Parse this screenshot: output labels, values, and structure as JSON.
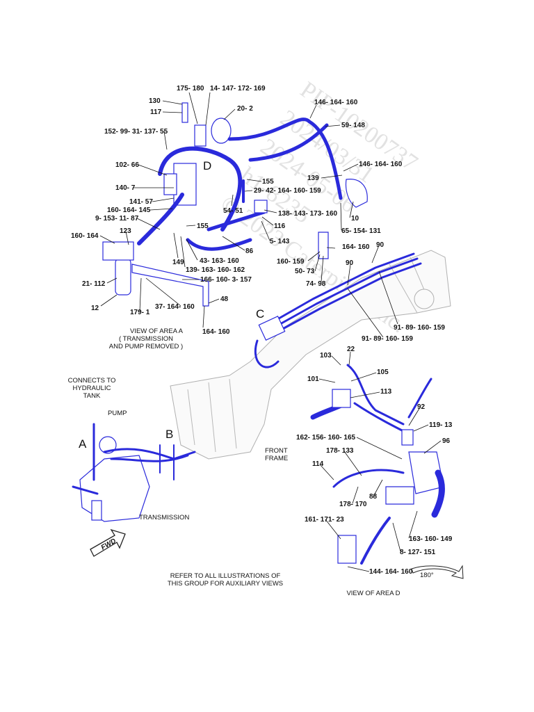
{
  "watermark": [
    "PIP-10200737",
    "2024/03/31",
    "2024-05-06",
    "h1-8235",
    "© 2023 Caterpillar Inc."
  ],
  "view_letters": {
    "a": "A",
    "b": "B",
    "c": "C",
    "d": "D"
  },
  "captions": {
    "view_area_a": [
      "VIEW OF AREA A",
      "( TRANSMISSION",
      "AND PUMP REMOVED )"
    ],
    "view_area_d": "VIEW OF AREA D",
    "connects_tank": [
      "CONNECTS TO",
      "HYDRAULIC",
      "TANK"
    ],
    "pump": "PUMP",
    "transmission": "TRANSMISSION",
    "front_frame": [
      "FRONT",
      "FRAME"
    ],
    "refer_note": [
      "REFER TO ALL ILLUSTRATIONS OF",
      "THIS GROUP FOR AUXILIARY VIEWS"
    ],
    "fwd": "FWD",
    "rotation": "180°"
  },
  "callouts": [
    "175- 180",
    "14- 147- 172- 169",
    "130",
    "117",
    "20- 2",
    "152- 99- 31- 137- 55",
    "102- 66",
    "140- 7",
    "141- 57",
    "160- 164- 145",
    "9- 153- 11- 87",
    "123",
    "160- 164",
    "21- 112",
    "12",
    "179- 1",
    "149",
    "155",
    "155",
    "29- 42- 164- 160- 159",
    "54- 51",
    "138- 143- 173- 160",
    "116",
    "5- 143",
    "86",
    "43- 163- 160",
    "139- 163- 160- 162",
    "166- 160- 3- 157",
    "37- 164- 160",
    "48",
    "164- 160",
    "146- 164- 160",
    "59- 148",
    "146- 164- 160",
    "139",
    "10",
    "65- 154- 131",
    "160- 159",
    "50- 73",
    "74- 98",
    "164- 160",
    "90",
    "90",
    "91- 89- 160- 159",
    "91- 89- 160- 159",
    "22",
    "103",
    "105",
    "101",
    "113",
    "92",
    "119- 13",
    "162- 156- 160- 165",
    "96",
    "178- 133",
    "114",
    "88",
    "178- 170",
    "161- 171- 23",
    "163- 160- 149",
    "8- 127- 151",
    "144- 164- 160"
  ]
}
